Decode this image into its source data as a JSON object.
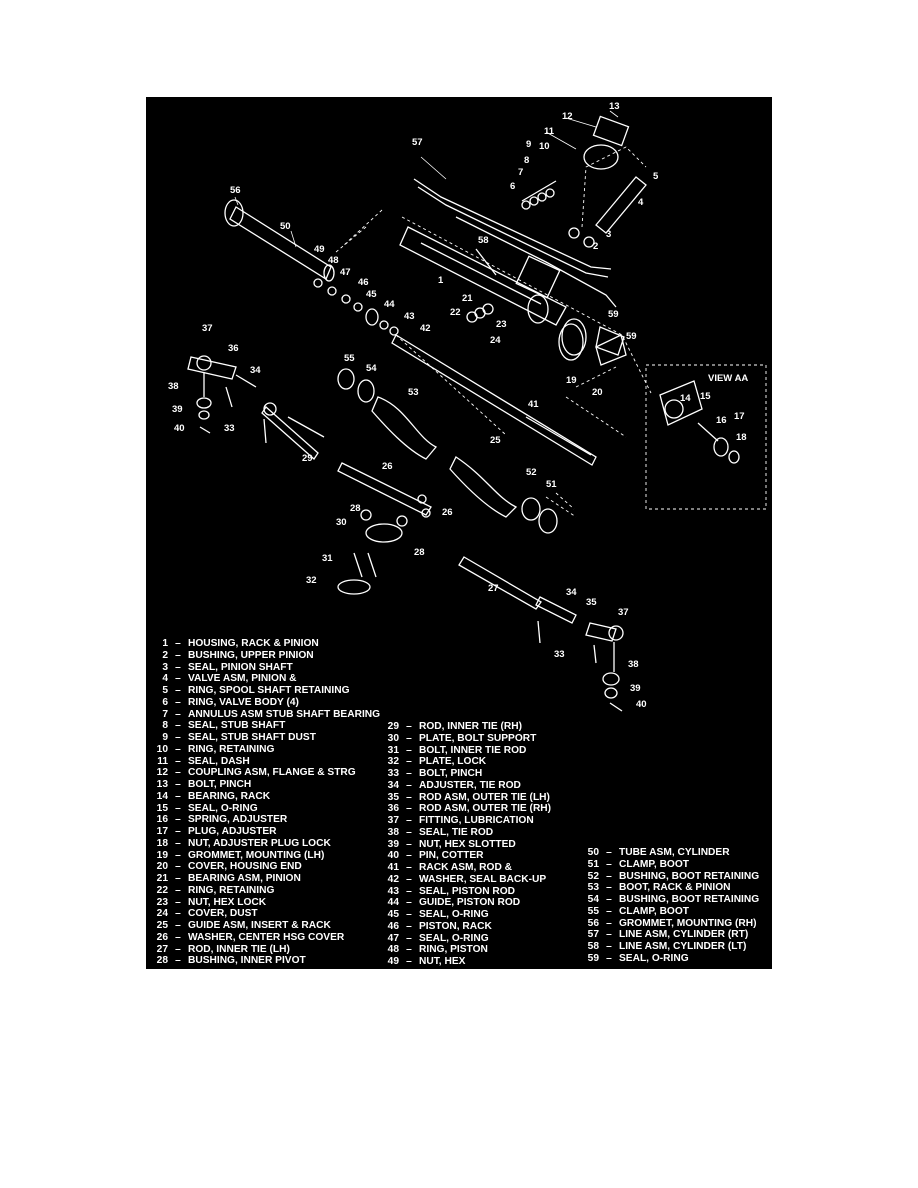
{
  "figure": {
    "view_label": "VIEW AA",
    "callouts": [
      "1",
      "2",
      "3",
      "4",
      "5",
      "6",
      "7",
      "8",
      "9",
      "10",
      "11",
      "12",
      "13",
      "14",
      "15",
      "16",
      "17",
      "18",
      "19",
      "20",
      "21",
      "22",
      "23",
      "24",
      "25",
      "26",
      "26",
      "27",
      "28",
      "28",
      "29",
      "30",
      "31",
      "32",
      "33",
      "33",
      "34",
      "34",
      "35",
      "36",
      "37",
      "37",
      "38",
      "38",
      "39",
      "39",
      "40",
      "40",
      "41",
      "42",
      "43",
      "44",
      "45",
      "46",
      "47",
      "48",
      "49",
      "50",
      "51",
      "52",
      "53",
      "54",
      "55",
      "56",
      "57",
      "58",
      "59",
      "59"
    ]
  },
  "legend": {
    "separator": "–",
    "col1": [
      {
        "num": "1",
        "name": "HOUSING, RACK & PINION"
      },
      {
        "num": "2",
        "name": "BUSHING, UPPER PINION"
      },
      {
        "num": "3",
        "name": "SEAL, PINION SHAFT"
      },
      {
        "num": "4",
        "name": "VALVE ASM, PINION &"
      },
      {
        "num": "5",
        "name": "RING, SPOOL SHAFT RETAINING"
      },
      {
        "num": "6",
        "name": "RING, VALVE BODY (4)"
      },
      {
        "num": "7",
        "name": "ANNULUS ASM STUB SHAFT BEARING"
      },
      {
        "num": "8",
        "name": "SEAL, STUB SHAFT"
      },
      {
        "num": "9",
        "name": "SEAL, STUB SHAFT DUST"
      },
      {
        "num": "10",
        "name": "RING, RETAINING"
      },
      {
        "num": "11",
        "name": "SEAL, DASH"
      },
      {
        "num": "12",
        "name": "COUPLING ASM, FLANGE & STRG"
      },
      {
        "num": "13",
        "name": "BOLT, PINCH"
      },
      {
        "num": "14",
        "name": "BEARING, RACK"
      },
      {
        "num": "15",
        "name": "SEAL, O-RING"
      },
      {
        "num": "16",
        "name": "SPRING, ADJUSTER"
      },
      {
        "num": "17",
        "name": "PLUG, ADJUSTER"
      },
      {
        "num": "18",
        "name": "NUT, ADJUSTER PLUG LOCK"
      },
      {
        "num": "19",
        "name": "GROMMET, MOUNTING (LH)"
      },
      {
        "num": "20",
        "name": "COVER, HOUSING END"
      },
      {
        "num": "21",
        "name": "BEARING ASM, PINION"
      },
      {
        "num": "22",
        "name": "RING, RETAINING"
      },
      {
        "num": "23",
        "name": "NUT, HEX LOCK"
      },
      {
        "num": "24",
        "name": "COVER, DUST"
      },
      {
        "num": "25",
        "name": "GUIDE ASM, INSERT & RACK"
      },
      {
        "num": "26",
        "name": "WASHER, CENTER HSG COVER"
      },
      {
        "num": "27",
        "name": "ROD, INNER TIE (LH)"
      },
      {
        "num": "28",
        "name": "BUSHING, INNER PIVOT"
      }
    ],
    "col2": [
      {
        "num": "29",
        "name": "ROD, INNER TIE (RH)"
      },
      {
        "num": "30",
        "name": "PLATE, BOLT SUPPORT"
      },
      {
        "num": "31",
        "name": "BOLT, INNER TIE ROD"
      },
      {
        "num": "32",
        "name": "PLATE, LOCK"
      },
      {
        "num": "33",
        "name": "BOLT, PINCH"
      },
      {
        "num": "34",
        "name": "ADJUSTER, TIE ROD"
      },
      {
        "num": "35",
        "name": "ROD ASM, OUTER TIE (LH)"
      },
      {
        "num": "36",
        "name": "ROD ASM, OUTER TIE (RH)"
      },
      {
        "num": "37",
        "name": "FITTING, LUBRICATION"
      },
      {
        "num": "38",
        "name": "SEAL, TIE ROD"
      },
      {
        "num": "39",
        "name": "NUT, HEX SLOTTED"
      },
      {
        "num": "40",
        "name": "PIN, COTTER"
      },
      {
        "num": "41",
        "name": "RACK ASM, ROD &"
      },
      {
        "num": "42",
        "name": "WASHER, SEAL BACK-UP"
      },
      {
        "num": "43",
        "name": "SEAL, PISTON ROD"
      },
      {
        "num": "44",
        "name": "GUIDE, PISTON ROD"
      },
      {
        "num": "45",
        "name": "SEAL, O-RING"
      },
      {
        "num": "46",
        "name": "PISTON, RACK"
      },
      {
        "num": "47",
        "name": "SEAL, O-RING"
      },
      {
        "num": "48",
        "name": "RING, PISTON"
      },
      {
        "num": "49",
        "name": "NUT, HEX"
      }
    ],
    "col3": [
      {
        "num": "50",
        "name": "TUBE ASM, CYLINDER"
      },
      {
        "num": "51",
        "name": "CLAMP, BOOT"
      },
      {
        "num": "52",
        "name": "BUSHING, BOOT RETAINING"
      },
      {
        "num": "53",
        "name": "BOOT, RACK & PINION"
      },
      {
        "num": "54",
        "name": "BUSHING, BOOT RETAINING"
      },
      {
        "num": "55",
        "name": "CLAMP, BOOT"
      },
      {
        "num": "56",
        "name": "GROMMET, MOUNTING (RH)"
      },
      {
        "num": "57",
        "name": "LINE ASM, CYLINDER (RT)"
      },
      {
        "num": "58",
        "name": "LINE ASM, CYLINDER (LT)"
      },
      {
        "num": "59",
        "name": "SEAL, O-RING"
      }
    ]
  }
}
